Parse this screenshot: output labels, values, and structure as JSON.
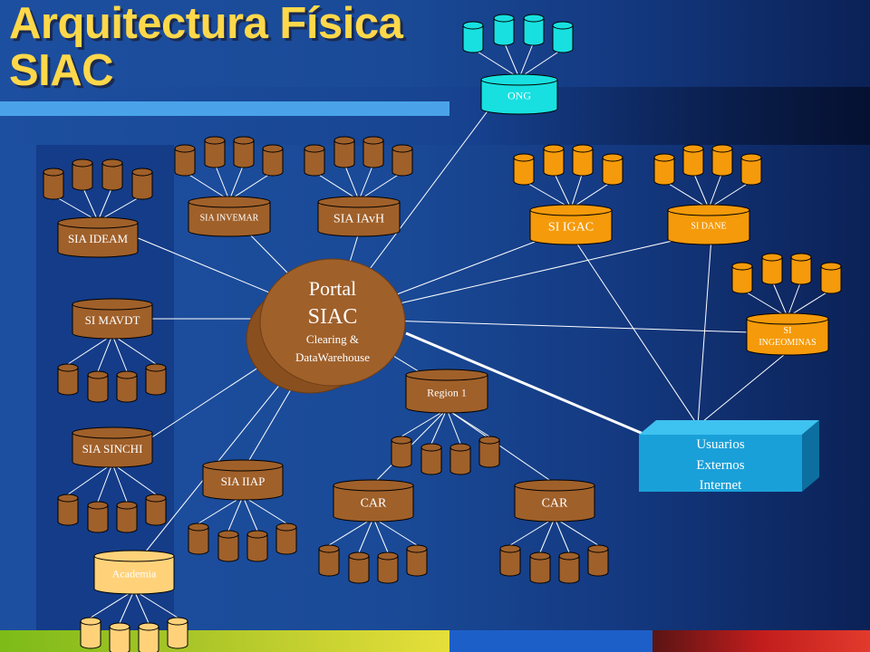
{
  "title_line1": "Arquitectura Física",
  "title_line2": "SIAC",
  "hub": {
    "line1": "Portal",
    "line2": "SIAC",
    "line3": "Clearing &",
    "line4": "DataWarehouse"
  },
  "nodes": {
    "ong": "ONG",
    "sia_ideam": "SIA IDEAM",
    "sia_invemar": "SIA INVEMAR",
    "sia_iavh": "SIA IAvH",
    "si_igac": "SI IGAC",
    "si_dane": "SI DANE",
    "si_ingeominas_1": "SI",
    "si_ingeominas_2": "INGEOMINAS",
    "si_mavdt": "SI MAVDT",
    "sia_sinchi": "SIA SINCHI",
    "sia_iiap": "SIA IIAP",
    "region1": "Region 1",
    "car_left": "CAR",
    "car_right": "CAR",
    "academia": "Academia"
  },
  "usuarios": {
    "line1": "Usuarios",
    "line2": "Externos",
    "line3": "Internet"
  },
  "colors": {
    "brown": "#a0602a",
    "orange": "#f59a0a",
    "cyan": "#18e0e0",
    "light_orange": "#ffd27a",
    "usuarios": "#1aa0d8",
    "title": "#ffd84a"
  }
}
